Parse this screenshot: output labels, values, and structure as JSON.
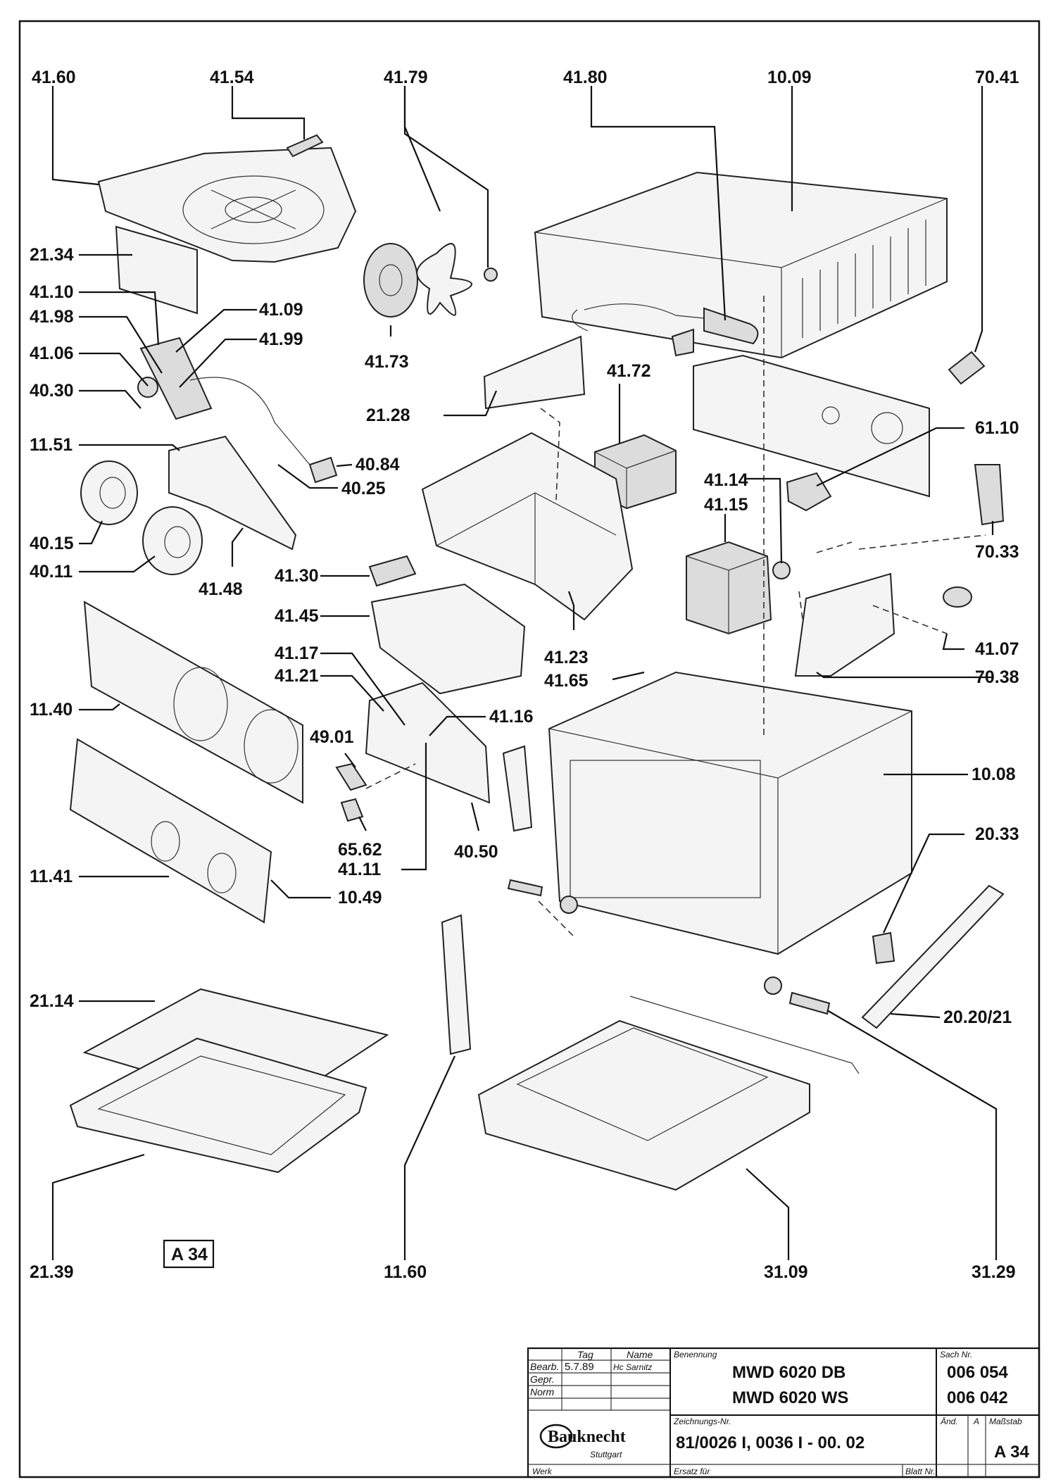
{
  "labels": {
    "l_41_60": "41.60",
    "l_41_54": "41.54",
    "l_41_79": "41.79",
    "l_41_80": "41.80",
    "l_10_09": "10.09",
    "l_70_41": "70.41",
    "l_21_34": "21.34",
    "l_41_10": "41.10",
    "l_41_09": "41.09",
    "l_41_98": "41.98",
    "l_41_99": "41.99",
    "l_41_06": "41.06",
    "l_41_73": "41.73",
    "l_40_30": "40.30",
    "l_41_72": "41.72",
    "l_21_28": "21.28",
    "l_61_10": "61.10",
    "l_11_51": "11.51",
    "l_40_84": "40.84",
    "l_40_25": "40.25",
    "l_41_14": "41.14",
    "l_41_15": "41.15",
    "l_40_15": "40.15",
    "l_70_33": "70.33",
    "l_40_11": "40.11",
    "l_41_48": "41.48",
    "l_41_30": "41.30",
    "l_41_45": "41.45",
    "l_41_07": "41.07",
    "l_41_23": "41.23",
    "l_41_17": "41.17",
    "l_41_65": "41.65",
    "l_70_38": "70.38",
    "l_41_21": "41.21",
    "l_41_16": "41.16",
    "l_11_40": "11.40",
    "l_49_01": "49.01",
    "l_10_08": "10.08",
    "l_65_62": "65.62",
    "l_40_50": "40.50",
    "l_20_33": "20.33",
    "l_41_11": "41.11",
    "l_11_41": "11.41",
    "l_10_49": "10.49",
    "l_21_14": "21.14",
    "l_20_20_21": "20.20/21",
    "l_21_39": "21.39",
    "l_11_60": "11.60",
    "l_31_09": "31.09",
    "l_31_29": "31.29"
  },
  "sheet_tag": "A 34",
  "title_block": {
    "col_tag": "Tag",
    "col_name": "Name",
    "row_bearb": "Bearb.",
    "row_gepr": "Gepr.",
    "row_norm": "Norm",
    "bearb_date": "5.7.89",
    "bearb_name": "Hc Sarnitz",
    "benennung_caption": "Benennung",
    "model_1": "MWD 6020 DB",
    "model_2": "MWD 6020 WS",
    "sachnr_caption": "Sach Nr.",
    "sachnr_1": "006 054",
    "sachnr_2": "006 042",
    "brand": "Bauknecht",
    "brand_city": "Stuttgart",
    "werk_caption": "Werk",
    "zeichnung_caption": "Zeichnungs-Nr.",
    "zeichnung_nr": "81/0026 I, 0036 I - 00. 02",
    "ersatz_caption": "Ersatz für",
    "aend_caption": "Änd.",
    "aend_value": "A",
    "massstab_caption": "Maßstab",
    "blatt_caption": "Blatt Nr.",
    "sheet_code": "A 34"
  }
}
